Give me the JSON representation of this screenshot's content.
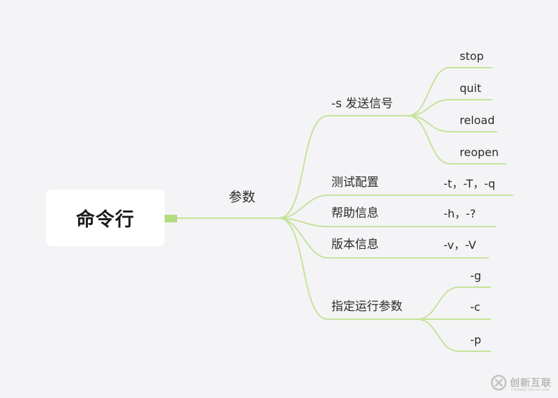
{
  "root": {
    "label": "命令行"
  },
  "branch": {
    "label": "参数"
  },
  "children": [
    {
      "label": "-s 发送信号",
      "subitems": [
        "stop",
        "quit",
        "reload",
        "reopen"
      ]
    },
    {
      "label": "测试配置",
      "value": "-t，-T，-q"
    },
    {
      "label": "帮助信息",
      "value": "-h，-?"
    },
    {
      "label": "版本信息",
      "value": "-v，-V"
    },
    {
      "label": "指定运行参数",
      "subitems": [
        "-g",
        "-c",
        "-p"
      ]
    }
  ],
  "watermark": {
    "text": "创新互联",
    "subtext": "CHUANG XIN HU LIAN"
  },
  "colors": {
    "line": "#c5e39a",
    "connector": "#b3dd7f",
    "root_bg": "#ffffff",
    "background": "#f4f4f6"
  }
}
